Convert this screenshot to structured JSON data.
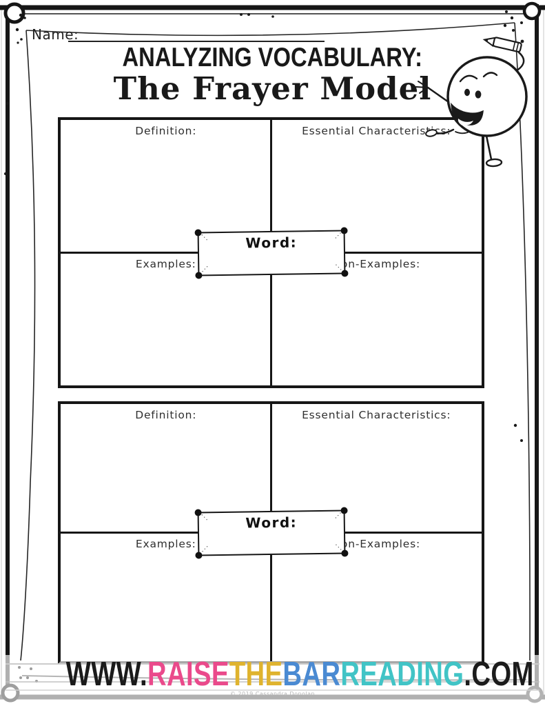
{
  "header": {
    "name_label": "Name:",
    "name_value": "",
    "title_line1": "ANALYZING VOCABULARY:",
    "title_line2": "The Frayer Model"
  },
  "frayer": {
    "definition_label": "Definition:",
    "essential_label": "Essential Characteristics:",
    "examples_label": "Examples:",
    "non_examples_label": "Non-Examples:",
    "word_label": "Word:",
    "word_value": ""
  },
  "character": {
    "name": "smiling-ball-mascot-holding-pencil"
  },
  "footer": {
    "segments": [
      {
        "text": "WWW.",
        "color": "#1b1b1b"
      },
      {
        "text": "RAISE",
        "color": "#ea4a8b"
      },
      {
        "text": "THE",
        "color": "#dfb32e"
      },
      {
        "text": "BAR",
        "color": "#4a8ad2"
      },
      {
        "text": "READING",
        "color": "#41c4c6"
      },
      {
        "text": ".COM",
        "color": "#1b1b1b"
      }
    ],
    "copyright": "© 2019 Cassandra Donolan"
  }
}
